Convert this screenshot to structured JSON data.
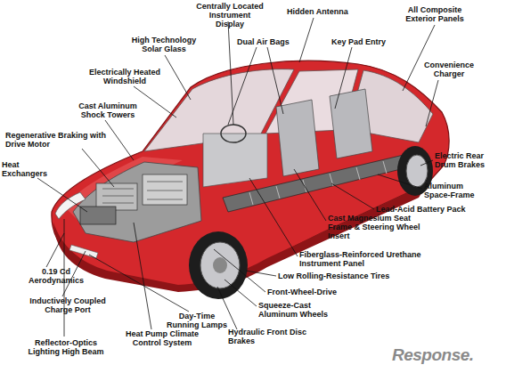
{
  "diagram": {
    "labels": [
      "Centrally Located Instrument Display",
      "Hidden Antenna",
      "All Composite Exterior Panels",
      "High Technology Solar Glass",
      "Dual Air Bags",
      "Key Pad Entry",
      "Convenience Charger",
      "Electrically Heated Windshield",
      "Cast Aluminum Shock Towers",
      "Regenerative Braking with Drive Motor",
      "Heat Exchangers",
      "Electric Rear Drum Brakes",
      "Aluminum Space-Frame",
      "Lead-Acid Battery Pack",
      "Cast Magnesium Seat Frame & Steering Wheel Insert",
      "Fiberglass-Reinforced Urethane Instrument Panel",
      "Low Rolling-Resistance Tires",
      "Front-Wheel-Drive",
      "Squeeze-Cast Aluminum Wheels",
      "Hydraulic Front Disc Brakes",
      "0.19 Cd Aerodynamics",
      "Inductively Coupled Charge Port",
      "Day-Time Running Lamps",
      "Heat Pump Climate Control System",
      "Reflector-Optics Lighting High Beam",
      "Response."
    ]
  }
}
